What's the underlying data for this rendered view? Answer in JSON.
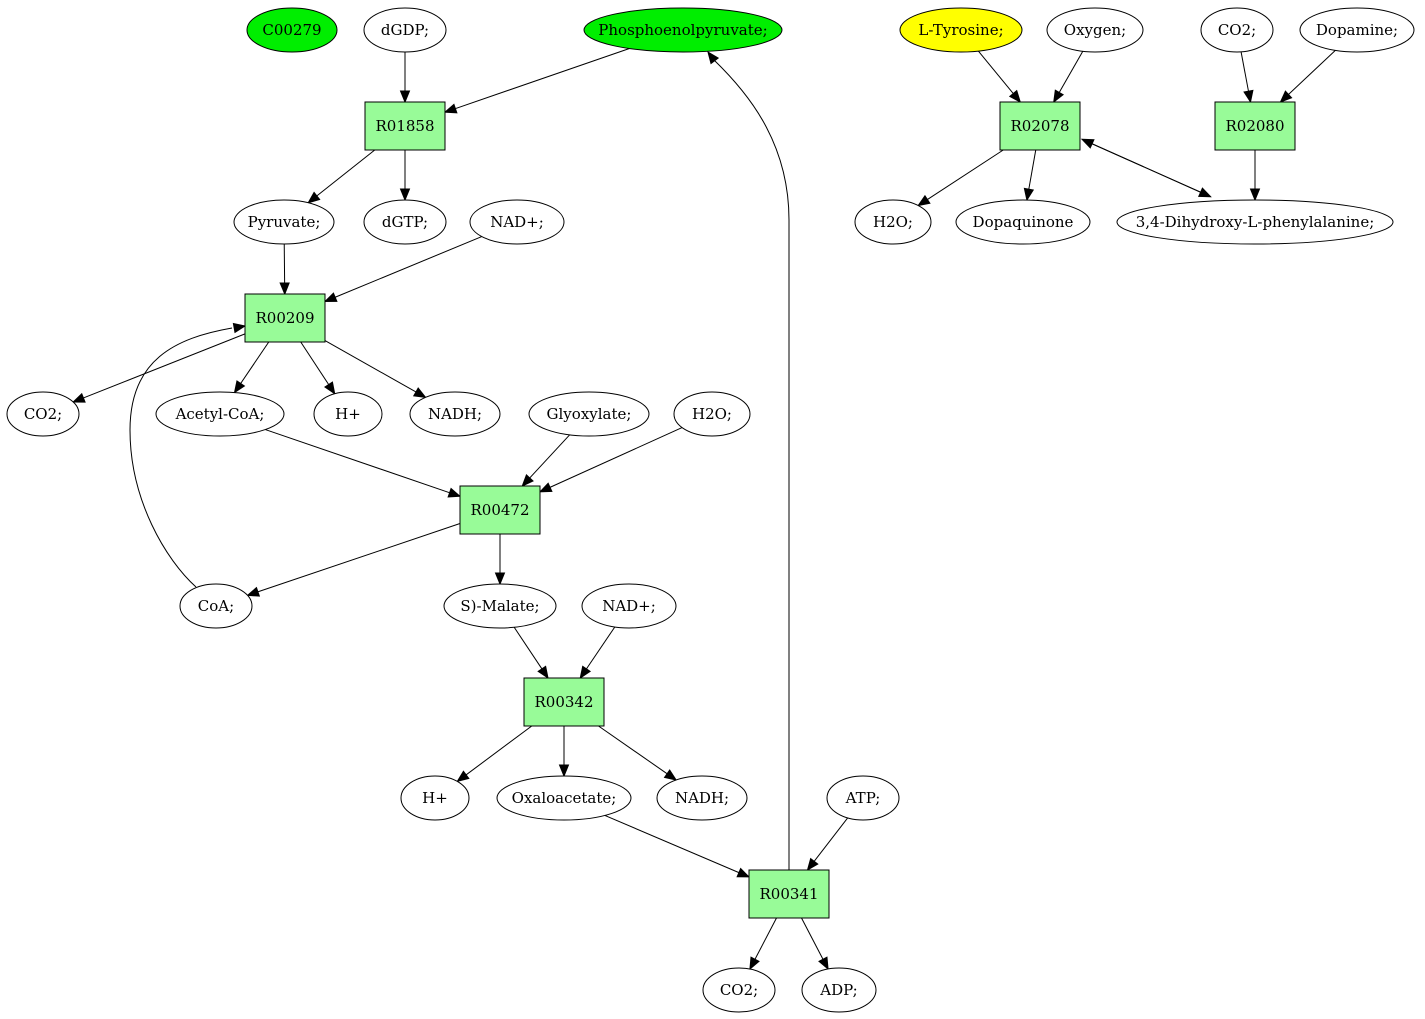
{
  "colors": {
    "highlight_green": "#00ee00",
    "highlight_yellow": "#ffff00",
    "reaction_fill": "#98fb98",
    "compound_fill": "#ffffff",
    "stroke": "#000000"
  },
  "nodes": {
    "C00279": {
      "label": "C00279",
      "kind": "compound",
      "color": "highlight_green"
    },
    "dGDP": {
      "label": "dGDP;",
      "kind": "compound"
    },
    "PEP": {
      "label": "Phosphoenolpyruvate;",
      "kind": "compound",
      "color": "highlight_green"
    },
    "R01858": {
      "label": "R01858",
      "kind": "reaction"
    },
    "Pyruvate": {
      "label": "Pyruvate;",
      "kind": "compound"
    },
    "dGTP": {
      "label": "dGTP;",
      "kind": "compound"
    },
    "NADp1": {
      "label": "NAD+;",
      "kind": "compound"
    },
    "R00209": {
      "label": "R00209",
      "kind": "reaction"
    },
    "CO2_1": {
      "label": "CO2;",
      "kind": "compound"
    },
    "AcCoA": {
      "label": "Acetyl-CoA;",
      "kind": "compound"
    },
    "Hp1": {
      "label": "H+",
      "kind": "compound"
    },
    "NADH1": {
      "label": "NADH;",
      "kind": "compound"
    },
    "Glyoxylate": {
      "label": "Glyoxylate;",
      "kind": "compound"
    },
    "H2O_1": {
      "label": "H2O;",
      "kind": "compound"
    },
    "R00472": {
      "label": "R00472",
      "kind": "reaction"
    },
    "CoA": {
      "label": "CoA;",
      "kind": "compound"
    },
    "Malate": {
      "label": "S)-Malate;",
      "kind": "compound"
    },
    "NADp2": {
      "label": "NAD+;",
      "kind": "compound"
    },
    "R00342": {
      "label": "R00342",
      "kind": "reaction"
    },
    "Hp2": {
      "label": "H+",
      "kind": "compound"
    },
    "OAA": {
      "label": "Oxaloacetate;",
      "kind": "compound"
    },
    "NADH2": {
      "label": "NADH;",
      "kind": "compound"
    },
    "ATP": {
      "label": "ATP;",
      "kind": "compound"
    },
    "R00341": {
      "label": "R00341",
      "kind": "reaction"
    },
    "CO2_2": {
      "label": "CO2;",
      "kind": "compound"
    },
    "ADP": {
      "label": "ADP;",
      "kind": "compound"
    },
    "Tyr": {
      "label": "L-Tyrosine;",
      "kind": "compound",
      "color": "highlight_yellow"
    },
    "Oxygen": {
      "label": "Oxygen;",
      "kind": "compound"
    },
    "CO2_3": {
      "label": "CO2;",
      "kind": "compound"
    },
    "Dopamine": {
      "label": "Dopamine;",
      "kind": "compound"
    },
    "R02078": {
      "label": "R02078",
      "kind": "reaction"
    },
    "R02080": {
      "label": "R02080",
      "kind": "reaction"
    },
    "H2O_2": {
      "label": "H2O;",
      "kind": "compound"
    },
    "Dopaquinone": {
      "label": "Dopaquinone",
      "kind": "compound"
    },
    "DOPA": {
      "label": "3,4-Dihydroxy-L-phenylalanine;",
      "kind": "compound"
    }
  },
  "edges": [
    {
      "from": "dGDP",
      "to": "R01858"
    },
    {
      "from": "PEP",
      "to": "R01858"
    },
    {
      "from": "R01858",
      "to": "Pyruvate"
    },
    {
      "from": "R01858",
      "to": "dGTP"
    },
    {
      "from": "Pyruvate",
      "to": "R00209"
    },
    {
      "from": "NADp1",
      "to": "R00209"
    },
    {
      "from": "R00209",
      "to": "CO2_1"
    },
    {
      "from": "R00209",
      "to": "AcCoA"
    },
    {
      "from": "R00209",
      "to": "Hp1"
    },
    {
      "from": "R00209",
      "to": "NADH1"
    },
    {
      "from": "CoA",
      "to": "R00209"
    },
    {
      "from": "AcCoA",
      "to": "R00472"
    },
    {
      "from": "Glyoxylate",
      "to": "R00472"
    },
    {
      "from": "H2O_1",
      "to": "R00472"
    },
    {
      "from": "R00472",
      "to": "CoA"
    },
    {
      "from": "R00472",
      "to": "Malate"
    },
    {
      "from": "Malate",
      "to": "R00342"
    },
    {
      "from": "NADp2",
      "to": "R00342"
    },
    {
      "from": "R00342",
      "to": "Hp2"
    },
    {
      "from": "R00342",
      "to": "OAA"
    },
    {
      "from": "R00342",
      "to": "NADH2"
    },
    {
      "from": "OAA",
      "to": "R00341"
    },
    {
      "from": "ATP",
      "to": "R00341"
    },
    {
      "from": "R00341",
      "to": "CO2_2"
    },
    {
      "from": "R00341",
      "to": "ADP"
    },
    {
      "from": "R00341",
      "to": "PEP"
    },
    {
      "from": "Tyr",
      "to": "R02078"
    },
    {
      "from": "Oxygen",
      "to": "R02078"
    },
    {
      "from": "R02078",
      "to": "H2O_2"
    },
    {
      "from": "R02078",
      "to": "Dopaquinone"
    },
    {
      "from": "R02078",
      "to": "DOPA"
    },
    {
      "from": "DOPA",
      "to": "R02078"
    },
    {
      "from": "CO2_3",
      "to": "R02080"
    },
    {
      "from": "Dopamine",
      "to": "R02080"
    },
    {
      "from": "R02080",
      "to": "DOPA"
    }
  ]
}
